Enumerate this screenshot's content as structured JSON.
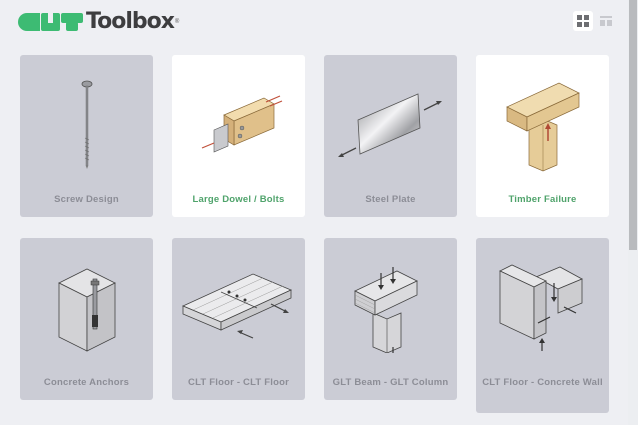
{
  "header": {
    "logo_text": "Toolbox",
    "logo_mark": "CLT",
    "logo_reg": "®",
    "brand_color": "#3dbb73",
    "view_toggle": {
      "grid_icon": "grid-view-icon",
      "list_icon": "list-view-icon",
      "selected": "grid"
    }
  },
  "cards": [
    {
      "label": "Screw Design",
      "icon": "screw-icon",
      "state": "inactive"
    },
    {
      "label": "Large Dowel / Bolts",
      "icon": "dowel-bolts-icon",
      "state": "active"
    },
    {
      "label": "Steel Plate",
      "icon": "steel-plate-icon",
      "state": "inactive"
    },
    {
      "label": "Timber Failure",
      "icon": "timber-failure-icon",
      "state": "active"
    },
    {
      "label": "Concrete Anchors",
      "icon": "concrete-anchor-icon",
      "state": "inactive"
    },
    {
      "label": "CLT Floor - CLT Floor",
      "icon": "clt-floor-floor-icon",
      "state": "inactive"
    },
    {
      "label": "GLT Beam - GLT Column",
      "icon": "glt-beam-column-icon",
      "state": "inactive"
    },
    {
      "label": "CLT Floor - Concrete Wall",
      "icon": "clt-floor-concrete-wall-icon",
      "state": "inactive"
    }
  ],
  "colors": {
    "background": "#eeeff3",
    "card_inactive": "#cbccd5",
    "card_active": "#ffffff",
    "label_inactive": "#8c8d96",
    "label_active": "#4fa36b"
  }
}
